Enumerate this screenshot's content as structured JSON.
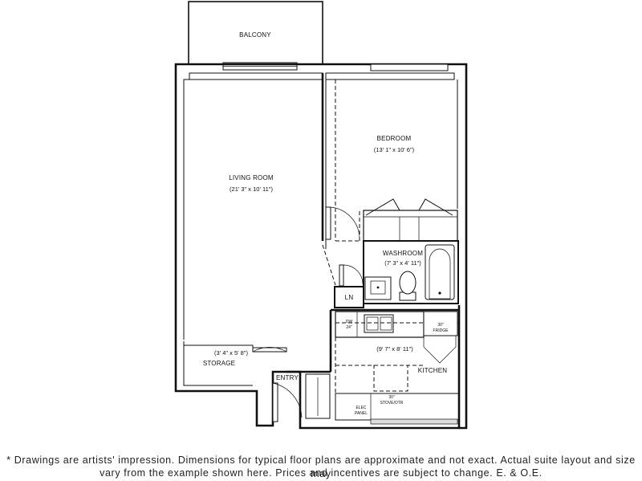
{
  "rooms": {
    "balcony": {
      "name": "BALCONY"
    },
    "bedroom": {
      "name": "BEDROOM",
      "dims": "(13' 1\" x 10' 6\")"
    },
    "living": {
      "name": "LIVING ROOM",
      "dims": "(21' 3\" x 10' 11\")"
    },
    "washroom": {
      "name": "WASHROOM",
      "dims": "(7' 3\" x 4' 11\")"
    },
    "linen": {
      "name": "LN"
    },
    "storage": {
      "name": "STORAGE",
      "dims": "(3' 4\" x 5' 8\")"
    },
    "entry": {
      "name": "ENTRY"
    },
    "kitchen": {
      "name": "KITCHEN",
      "dims": "(9' 7\" x 8' 11\")"
    }
  },
  "fixtures": {
    "dishwasher": {
      "line1": "DW",
      "line2": "24\""
    },
    "fridge": {
      "line1": "30\"",
      "line2": "FRIDGE"
    },
    "stove": {
      "line1": "30\"",
      "line2": "STOVE/OTR"
    },
    "panel": {
      "line1": "ELEC",
      "line2": "PANEL"
    }
  },
  "disclaimer": {
    "line1": "* Drawings are artists' impression. Dimensions for typical floor plans are approximate and not exact. Actual suite layout and size may",
    "line2": "vary from the example shown here. Prices and incentives are subject to change. E. & O.E."
  }
}
